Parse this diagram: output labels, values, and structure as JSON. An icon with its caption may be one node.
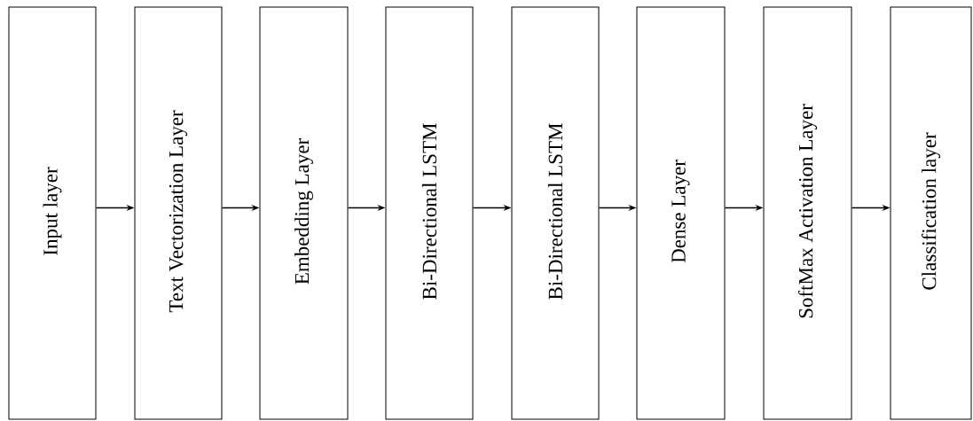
{
  "diagram": {
    "nodes": [
      {
        "text": [
          "Input layer"
        ]
      },
      {
        "text": [
          "Text Vectorization Layer"
        ]
      },
      {
        "text": [
          "Embedding Layer"
        ]
      },
      {
        "text": [
          "Bi-Directional LSTM"
        ]
      },
      {
        "text": [
          "Bi-Directional LSTM"
        ]
      },
      {
        "text": [
          "Dense Layer"
        ]
      },
      {
        "text": [
          "SoftMax Activation Layer"
        ]
      },
      {
        "text": [
          "Classification layer"
        ]
      }
    ],
    "edges": [
      {
        "from": 0,
        "to": 1,
        "arrow": "to"
      },
      {
        "from": 1,
        "to": 2,
        "arrow": "to"
      },
      {
        "from": 2,
        "to": 3,
        "arrow": "to"
      },
      {
        "from": 3,
        "to": 4,
        "arrow": "to"
      },
      {
        "from": 4,
        "to": 5,
        "arrow": "to"
      },
      {
        "from": 5,
        "to": 6,
        "arrow": "to"
      },
      {
        "from": 6,
        "to": 7,
        "arrow": "to"
      }
    ]
  }
}
